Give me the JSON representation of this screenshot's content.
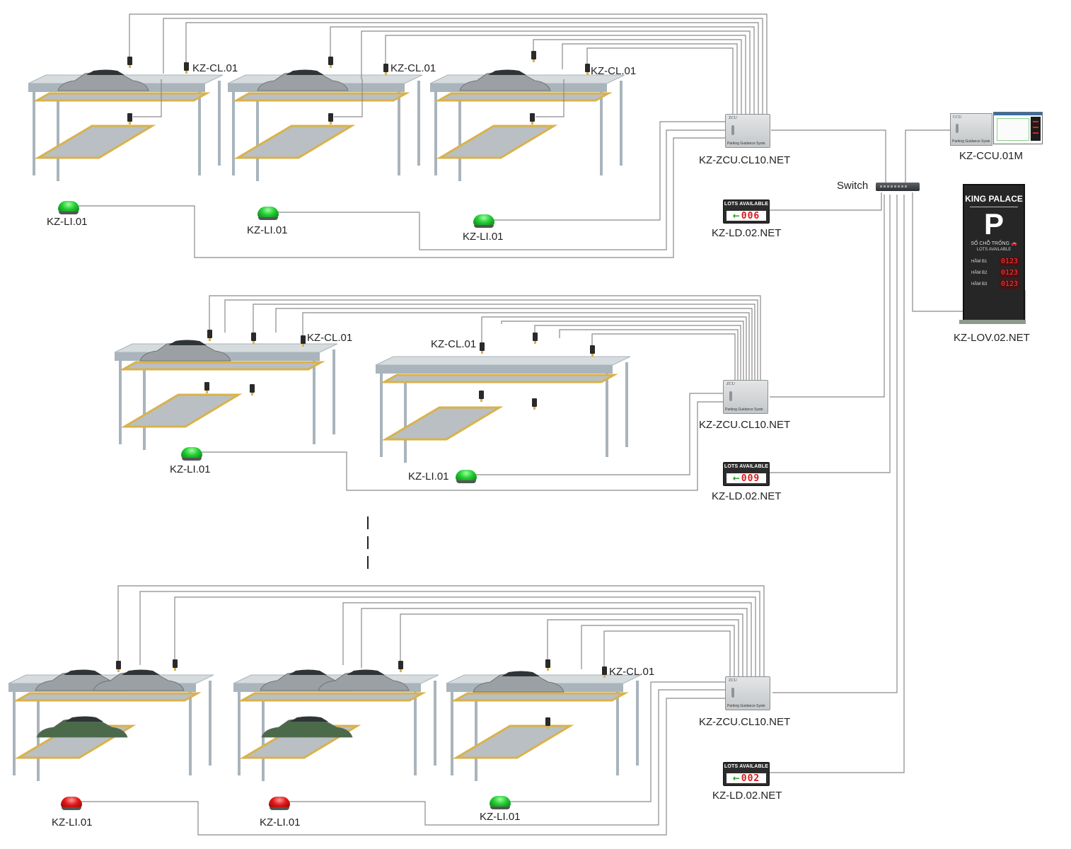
{
  "switch": {
    "label": "Switch"
  },
  "central": {
    "ccu_label": "KZ-CCU.01M",
    "ccu_panel_tag": "CCU",
    "ccu_panel_caption": "Parking Guidance Syste"
  },
  "lov": {
    "label": "KZ-LOV.02.NET",
    "brand": "KING PALACE",
    "symbol": "P",
    "free_text": "SỐ CHỖ TRỐNG 🚗",
    "lots_text": "LOTS AVAILABLE",
    "rows": [
      {
        "name": "HẦM B1",
        "value": "0123"
      },
      {
        "name": "HẦM B2",
        "value": "0123"
      },
      {
        "name": "HẦM B3",
        "value": "0123"
      }
    ]
  },
  "zones": [
    {
      "zcu_label": "KZ-ZCU.CL10.NET",
      "zcu_tag": "ZCU",
      "zcu_caption": "Parking Guidance Syste",
      "ld": {
        "label": "KZ-LD.02.NET",
        "title": "LOTS AVAILABLE",
        "arrow": "←",
        "count": "006"
      },
      "sensors": [
        "KZ-CL.01",
        "KZ-CL.01",
        "KZ-CL.01"
      ],
      "indicators": [
        {
          "label": "KZ-LI.01",
          "color": "green"
        },
        {
          "label": "KZ-LI.01",
          "color": "green"
        },
        {
          "label": "KZ-LI.01",
          "color": "green"
        }
      ]
    },
    {
      "zcu_label": "KZ-ZCU.CL10.NET",
      "zcu_tag": "ZCU",
      "zcu_caption": "Parking Guidance Syste",
      "ld": {
        "label": "KZ-LD.02.NET",
        "title": "LOTS AVAILABLE",
        "arrow": "←",
        "count": "009"
      },
      "sensors": [
        "KZ-CL.01",
        "KZ-CL.01"
      ],
      "indicators": [
        {
          "label": "KZ-LI.01",
          "color": "green"
        },
        {
          "label": "KZ-LI.01",
          "color": "green"
        }
      ]
    },
    {
      "zcu_label": "KZ-ZCU.CL10.NET",
      "zcu_tag": "ZCU",
      "zcu_caption": "Parking Guidance Syste",
      "ld": {
        "label": "KZ-LD.02.NET",
        "title": "LOTS AVAILABLE",
        "arrow": "←",
        "count": "002"
      },
      "sensors": [
        "KZ-CL.01"
      ],
      "indicators": [
        {
          "label": "KZ-LI.01",
          "color": "red"
        },
        {
          "label": "KZ-LI.01",
          "color": "red"
        },
        {
          "label": "KZ-LI.01",
          "color": "green"
        }
      ]
    }
  ],
  "colors": {
    "wire": "#8a8a8a",
    "frame": "#a9b4bc",
    "pallet": "#b9bfc3",
    "pallet_edge": "#d9b24a",
    "car": "#9aa0a4",
    "car_dark": "#4a6a4a",
    "sensor": "#2a2a2a"
  }
}
